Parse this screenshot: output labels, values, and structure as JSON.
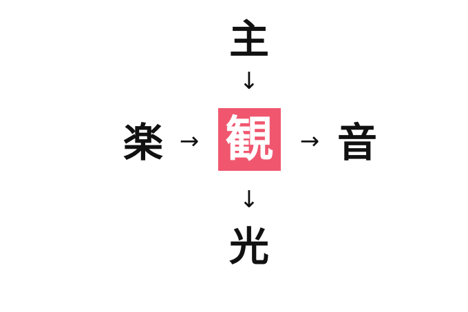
{
  "puzzle": {
    "top": "主",
    "left": "楽",
    "right": "音",
    "bottom": "光",
    "answer": "観",
    "arrow_down": "↓",
    "arrow_right": "→"
  },
  "colors": {
    "answer_box": "#f0576f",
    "text": "#111111",
    "answer_text": "#ffffff"
  }
}
